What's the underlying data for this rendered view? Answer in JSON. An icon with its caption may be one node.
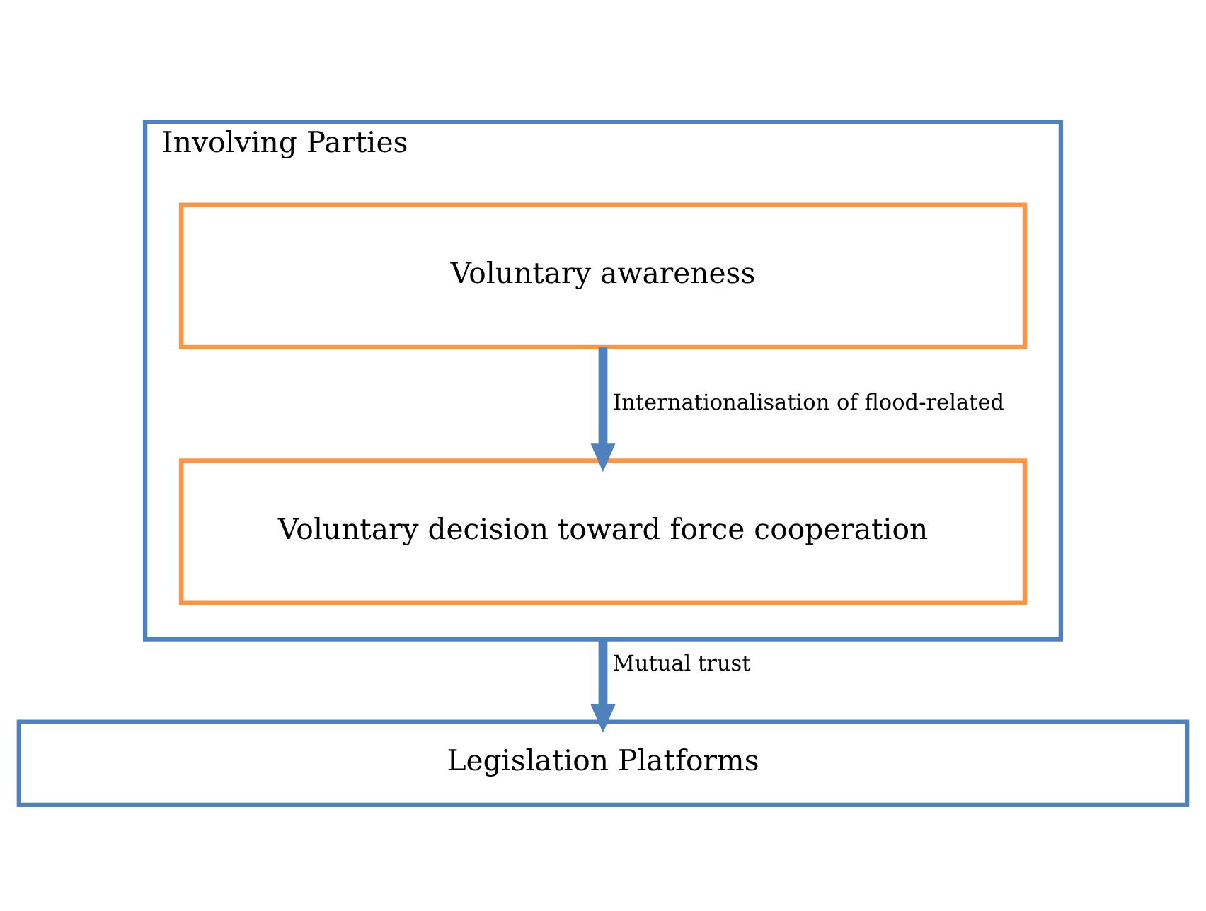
{
  "diagram": {
    "nodes": [
      {
        "text": [
          "Involving Parties"
        ]
      },
      {
        "text": [
          "Voluntary awareness"
        ],
        "in": 0
      },
      {
        "text": [
          "Voluntary decision toward force cooperation"
        ],
        "in": 0
      },
      {
        "text": [
          "Legislation Platforms"
        ]
      }
    ],
    "edges": [
      {
        "from": 1,
        "to": 2,
        "arrow": "to",
        "label": "Internationalisation of flood-related"
      },
      {
        "from": 0,
        "to": 3,
        "arrow": "to",
        "label": "Mutual trust"
      }
    ]
  }
}
